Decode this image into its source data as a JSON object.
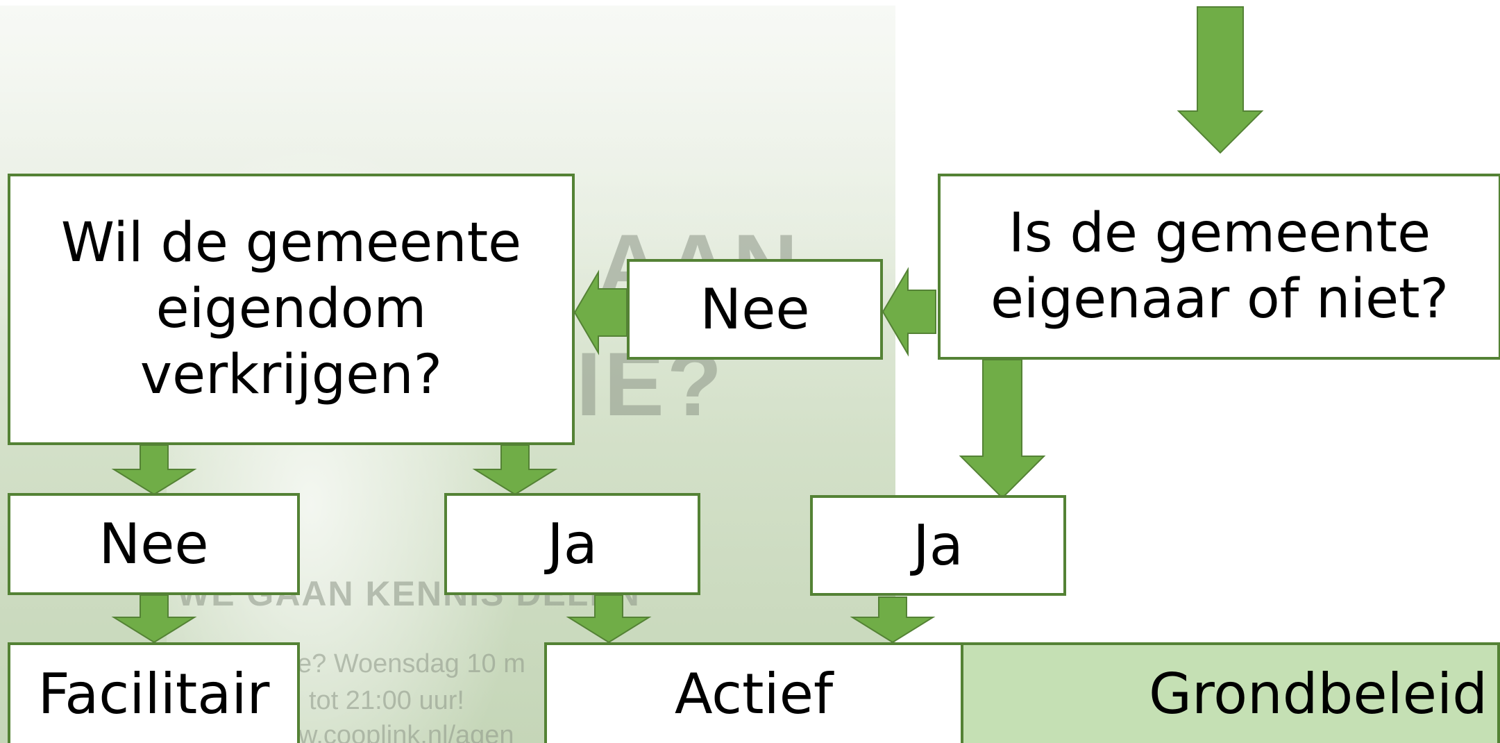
{
  "background": {
    "ghost_text": {
      "title_line1": "AAN",
      "title_line2": "IE?",
      "subtitle": "WE GAAN KENNIS DELEN",
      "info_line1": "e? Woensdag 10 m",
      "info_line2": "tot 21:00 uur!",
      "info_line3": "w.cooplink.nl/agen"
    }
  },
  "flow": {
    "question_owner": "Is de gemeente eigenaar of niet?",
    "question_acquire": "Wil de gemeente eigendom verkrijgen?",
    "answer_no_owner": "Nee",
    "answer_yes_owner": "Ja",
    "answer_no_acquire": "Nee",
    "answer_yes_acquire": "Ja",
    "result_facilitair": "Facilitair",
    "result_actief": "Actief",
    "result_grondbeleid": "Grondbeleid"
  },
  "colors": {
    "arrow": "#70ad47",
    "arrow_border": "#548235",
    "box_border": "#548235",
    "highlight_fill": "#c5e0b4"
  }
}
